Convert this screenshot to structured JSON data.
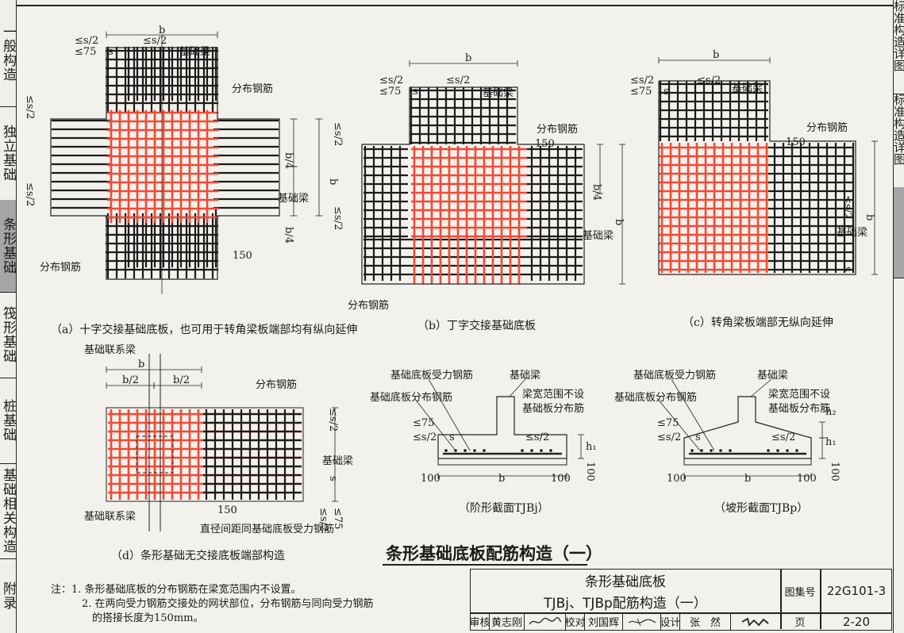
{
  "left_sidebar": [
    "一般构造",
    "独立基础",
    "条形基础",
    "筏形基础",
    "桩基础",
    "基础相关构造",
    "附录"
  ],
  "right_sidebar": [
    "标准构造详图",
    "标准构造详图",
    "",
    ""
  ],
  "colors": {
    "red_rebar": "#f04a36",
    "black_rebar": "#1b1b1b",
    "sidebar_active": "#a6a6a6"
  },
  "figure_a": {
    "caption": "（a）十字交接基础底板，也可用于转角梁板端部均有纵向延伸",
    "dim_b": "b",
    "dim_s2": "≤s/2",
    "dim_75": "≤75",
    "dim_s": "s",
    "dim_b4": "b/4",
    "dim_150": "150",
    "label_beam": "基础梁",
    "label_dist_top": "分布钢筋",
    "label_dist_bottom": "分布钢筋",
    "label_beam_side": "基础梁"
  },
  "figure_b": {
    "caption": "（b）丁字交接基础底板",
    "dim_b": "b",
    "dim_s2": "≤s/2",
    "dim_75": "≤75",
    "dim_s": "s",
    "dim_b4": "b/4",
    "dim_150": "150",
    "label_beam": "基础梁",
    "label_dist_top": "分布钢筋",
    "label_dist_bottom": "分布钢筋",
    "label_beam_side": "基础梁"
  },
  "figure_c": {
    "caption": "（c）转角梁板端部无纵向延伸",
    "dim_b": "b",
    "dim_s2": "≤s/2",
    "dim_75": "≤75",
    "dim_s": "s",
    "dim_150": "150",
    "label_beam": "基础梁",
    "label_dist": "分布钢筋",
    "label_beam_side": "基础梁"
  },
  "figure_d": {
    "caption": "（d）条形基础无交接底板端部构造",
    "label_link_beam_top": "基础联系梁",
    "label_link_beam_bottom": "基础联系梁",
    "label_dist": "分布钢筋",
    "label_beam": "基础梁",
    "label_same_dia": "直径间距同基础底板受力钢筋",
    "dim_b": "b",
    "dim_b2": "b/2",
    "dim_150": "150",
    "dim_s": "s",
    "dim_s2": "≤s/2",
    "dim_75": "≤75"
  },
  "section_step": {
    "caption": "（阶形截面TJBj）",
    "label_main": "基础底板受力钢筋",
    "label_dist": "基础底板分布钢筋",
    "label_beam": "基础梁",
    "label_note1": "梁宽范围不设",
    "label_note2": "基础板分布筋",
    "dim_75": "≤75",
    "dim_s2": "≤s/2",
    "dim_s": "s",
    "dim_100": "100",
    "dim_b": "b",
    "dim_h1": "h₁"
  },
  "section_slope": {
    "caption": "（坡形截面TJBp）",
    "label_main": "基础底板受力钢筋",
    "label_dist": "基础底板分布钢筋",
    "label_beam": "基础梁",
    "label_note1": "梁宽范围不设",
    "label_note2": "基础板分布筋",
    "dim_75": "≤75",
    "dim_s2": "≤s/2",
    "dim_s": "s",
    "dim_100": "100",
    "dim_b": "b",
    "dim_h1": "h₁",
    "dim_h2": "h₂"
  },
  "main_title": "条形基础底板配筋构造（一）",
  "notes": {
    "prefix": "注：",
    "line1": "1. 条形基础底板的分布钢筋在梁宽范围内不设置。",
    "line2": "2. 在两向受力钢筋交接处的网状部位，分布钢筋与同向受力钢筋",
    "line3": "的搭接长度为150mm。"
  },
  "title_block": {
    "title_line1": "条形基础底板",
    "title_line2": "TJBj、TJBp配筋构造（一）",
    "atlas_label": "图集号",
    "atlas_value": "22G101-3",
    "page_label": "页",
    "page_value": "2-20",
    "review_label": "审核",
    "review_name": "黄志刚",
    "check_label": "校对",
    "check_name": "刘国辉",
    "design_label": "设计",
    "design_name": "张　然"
  }
}
